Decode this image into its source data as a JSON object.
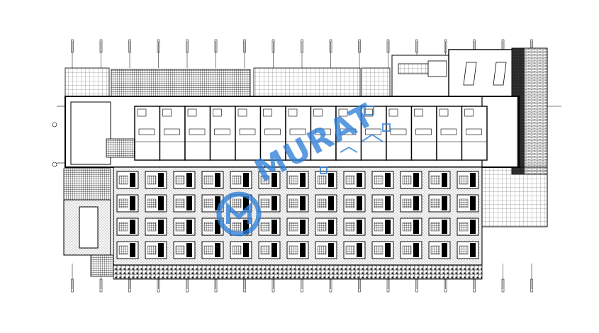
{
  "drawing": {
    "type": "architectural floor plan (CAD)",
    "grid_axis_count_top": 17,
    "grid_axis_count_bottom": 17,
    "room_modules_top_row": 14,
    "facade_bays_bottom": 13
  },
  "watermark": {
    "text": "MURAT",
    "color": "#2f7fd8"
  },
  "colors": {
    "line": "#000000",
    "hatch": "#1a1a1a",
    "paper": "#ffffff",
    "watermark": "#2f7fd8"
  }
}
